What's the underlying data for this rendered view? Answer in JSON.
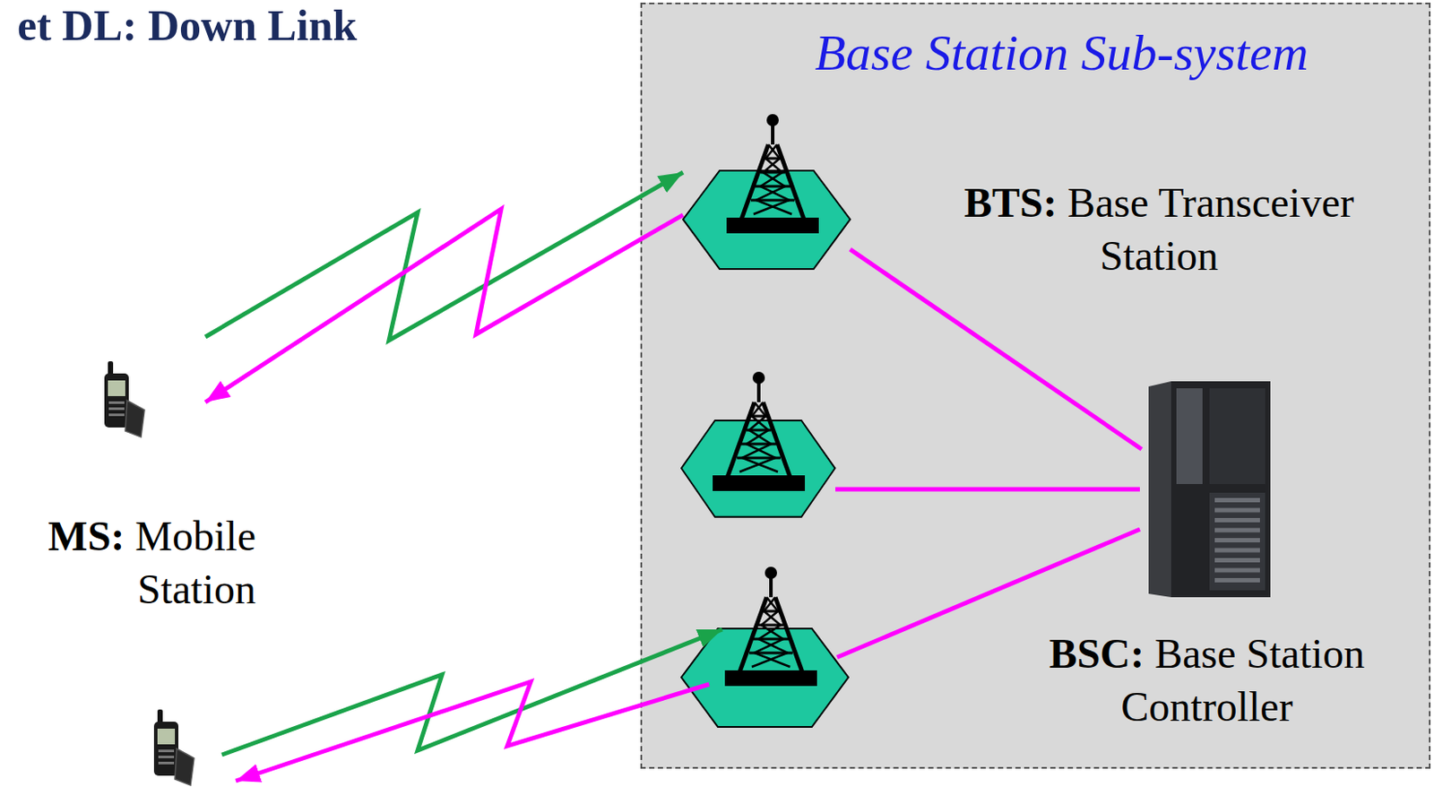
{
  "diagram": {
    "title": "et DL: Down Link",
    "nodes": [
      {
        "text": [
          "Base Station Sub-system"
        ]
      },
      {
        "text": [
          "BTS:",
          "Base Transceiver Station"
        ],
        "in": 0
      },
      {
        "text": [
          "BSC:",
          "Base Station Controller"
        ],
        "in": 0
      },
      {
        "text": [
          "MS:",
          "Mobile Station"
        ]
      }
    ],
    "edges": [
      {
        "from": 3,
        "to": 1,
        "arrow": "to"
      },
      {
        "from": 1,
        "to": 3,
        "arrow": "to"
      },
      {
        "from": 1,
        "to": 2,
        "arrow": "none"
      }
    ]
  }
}
